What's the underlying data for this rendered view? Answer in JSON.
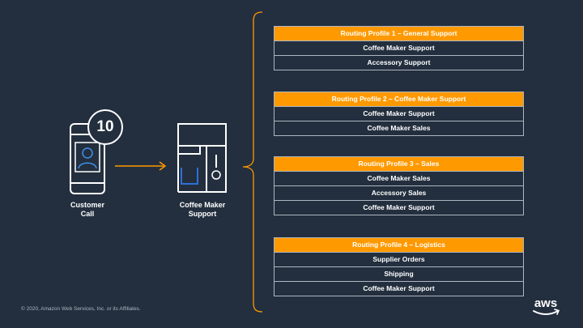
{
  "caller": {
    "badge_count": "10",
    "label_line1": "Customer",
    "label_line2": "Call",
    "icon": "smartphone-user-icon"
  },
  "queue": {
    "label_line1": "Coffee Maker",
    "label_line2": "Support",
    "icon": "coffee-maker-icon"
  },
  "profiles": [
    {
      "title": "Routing Profile 1 – General Support",
      "queues": [
        "Coffee Maker Support",
        "Accessory Support"
      ]
    },
    {
      "title": "Routing Profile 2 – Coffee Maker Support",
      "queues": [
        "Coffee Maker Support",
        "Coffee Maker Sales"
      ]
    },
    {
      "title": "Routing Profile 3 – Sales",
      "queues": [
        "Coffee Maker Sales",
        "Accessory Sales",
        "Coffee Maker Support"
      ]
    },
    {
      "title": "Routing Profile 4 – Logistics",
      "queues": [
        "Supplier Orders",
        "Shipping",
        "Coffee Maker Support"
      ]
    }
  ],
  "footer": "© 2020, Amazon Web Services, Inc. or its Affiliates.",
  "logo_text": "aws",
  "colors": {
    "background": "#232f3e",
    "accent": "#ff9900",
    "text": "#ffffff",
    "border": "#aeb6c0",
    "queue_icon_blue": "#2f6fd8"
  }
}
